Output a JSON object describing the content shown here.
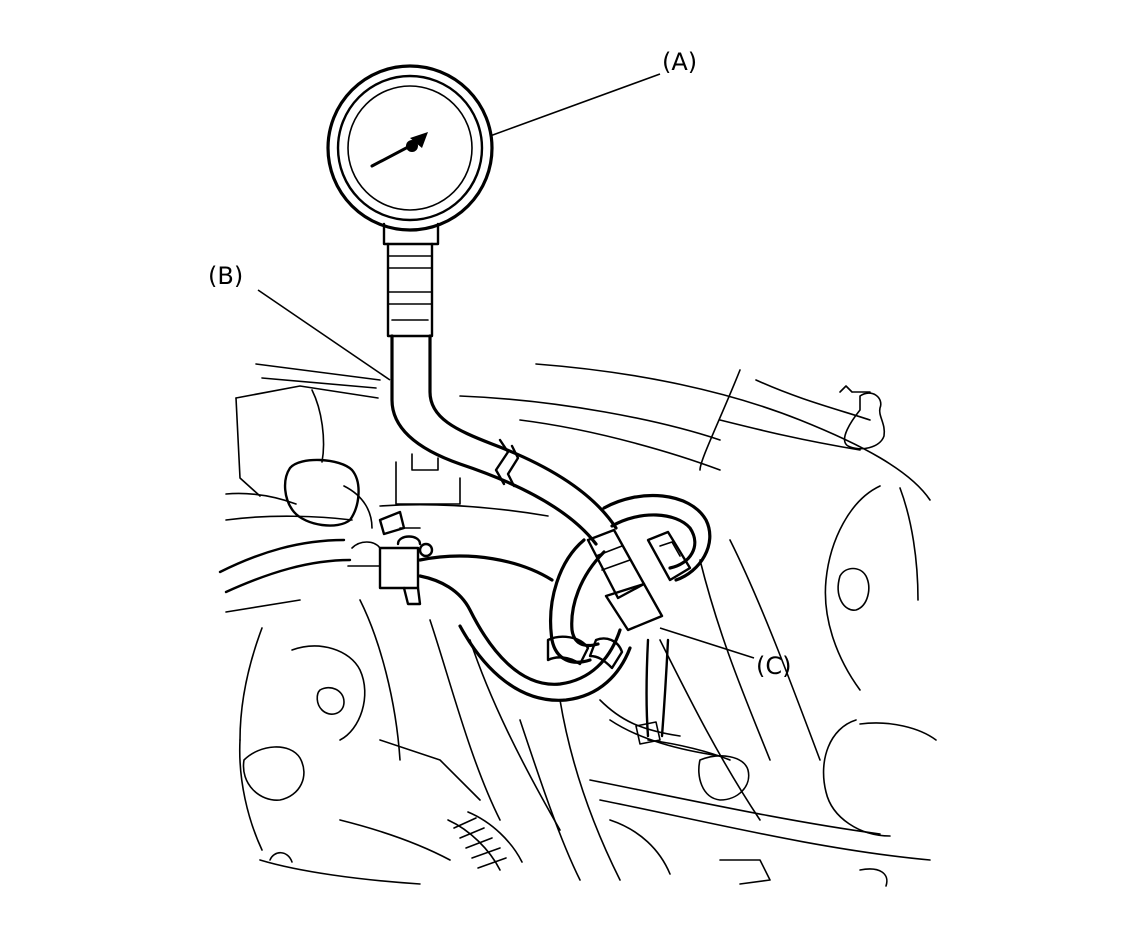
{
  "callouts": {
    "a": "(A)",
    "b": "(B)",
    "c": "(C)"
  }
}
